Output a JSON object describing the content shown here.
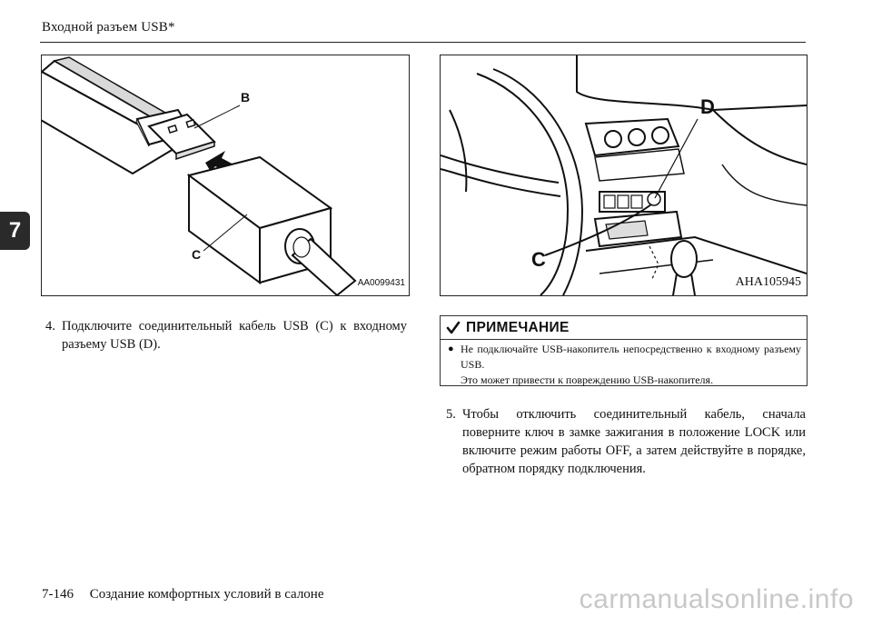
{
  "header": {
    "title": "Входной разъем USB*"
  },
  "chapter_tab": "7",
  "figures": {
    "left": {
      "code": "AA0099431",
      "label_b": "B",
      "label_c": "C",
      "icons": [
        "usb-plug-icon",
        "usb-connector-icon",
        "insert-arrow-icon"
      ]
    },
    "right": {
      "code": "AHA105945",
      "label_c": "C",
      "label_d": "D",
      "icons": [
        "dashboard-console-icon",
        "steering-wheel-icon",
        "usb-port-icon"
      ]
    }
  },
  "step4": {
    "number": "4.",
    "text": "Подключите соединительный кабель USB (C) к входному разъему USB (D)."
  },
  "note": {
    "title": "ПРИМЕЧАНИЕ",
    "icon": "note-check-icon",
    "bullet": "●",
    "line1": "Не подключайте USB-накопитель непосредственно к входному разъему USB.",
    "line2": "Это может привести к повреждению USB-накопителя."
  },
  "step5": {
    "number": "5.",
    "text": "Чтобы отключить соединительный кабель, сначала поверните ключ в замке зажигания в положение LOCK или включите режим работы OFF, а затем действуйте в порядке, обратном порядку подключения."
  },
  "footer": {
    "page": "7-146",
    "section": "Создание комфортных условий в салоне"
  },
  "watermark": "carmanualsonline.info",
  "colors": {
    "text": "#111111",
    "tab_bg": "#2a2a2a",
    "watermark": "#c8c8c8"
  }
}
